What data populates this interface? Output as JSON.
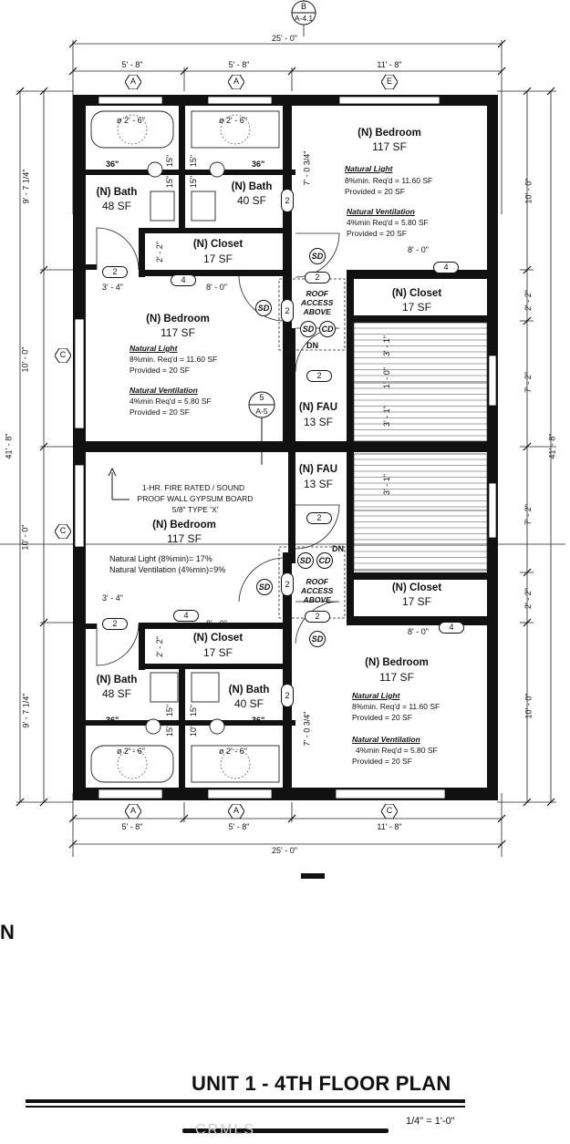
{
  "section_marker": {
    "letter": "B",
    "sheet": "A-4.1"
  },
  "dims": {
    "top_total": "25' - 0\"",
    "top_segments": [
      "5' - 8\"",
      "5' - 8\"",
      "11' - 8\""
    ],
    "bottom_total": "25' - 0\"",
    "bottom_segments": [
      "5' - 8\"",
      "5' - 8\"",
      "11' - 8\""
    ],
    "left": [
      "9' - 7 1/4\"",
      "10' - 0\"",
      "10' - 0\"",
      "9' - 7 1/4\""
    ],
    "left_total": "41' - 8\"",
    "right": [
      "10' - 0\"",
      "2' - 2\"",
      "7' - 2\"",
      "7' - 2\"",
      "2' - 2\"",
      "10' - 0\""
    ],
    "right_total": "41' - 8\"",
    "inner": {
      "bath_w": "36\"",
      "bath_w2": "36\"",
      "bath_w3": "36\"",
      "bath_w4": "36\"",
      "d15a": "15\"",
      "d15b": "15\"",
      "d15c": "15\"",
      "d15d": "15\"",
      "d15e": "15\"",
      "d15f": "15\"",
      "d10": "10\"",
      "d15g": "15\"",
      "closet_h_top": "2' - 2\"",
      "closet_h_bot": "2' - 2\"",
      "closet_w_top": "8' - 0\"",
      "closet_w_bot": "8' - 0\"",
      "door_w_top": "3' - 4\"",
      "door_w_bot": "3' - 4\"",
      "right_closet_w_top": "8' - 0\"",
      "right_closet_w_bot": "8' - 0\"",
      "stair_a": "3' - 1\"",
      "stair_b": "1' - 0\"",
      "stair_c": "3' - 1\"",
      "stair_d": "3' - 1\"",
      "hall_top": "7' - 0 3/4\"",
      "hall_bot": "7' - 0 3/4\"",
      "tub_top_a": "ø 2' - 6\"",
      "tub_top_b": "ø 2' - 6\"",
      "tub_bot_a": "ø 2' - 6\"",
      "tub_bot_b": "ø 2' - 6\""
    }
  },
  "grid_tags": {
    "top": [
      "A",
      "A",
      "E"
    ],
    "bottom": [
      "A",
      "A",
      "C"
    ],
    "left": [
      "C",
      "C"
    ]
  },
  "rooms": {
    "bath_tl": {
      "name": "(N) Bath",
      "area": "48 SF"
    },
    "bath_tm": {
      "name": "(N) Bath",
      "area": "40 SF"
    },
    "closet_tl": {
      "name": "(N) Closet",
      "area": "17 SF"
    },
    "bedroom_tl": {
      "name": "(N) Bedroom",
      "area": "117 SF"
    },
    "bedroom_tr": {
      "name": "(N) Bedroom",
      "area": "117 SF"
    },
    "closet_tr": {
      "name": "(N) Closet",
      "area": "17 SF"
    },
    "fau_top": {
      "name": "(N) FAU",
      "area": "13 SF"
    },
    "fau_bot": {
      "name": "(N) FAU",
      "area": "13 SF"
    },
    "bedroom_bl": {
      "name": "(N) Bedroom",
      "area": "117 SF"
    },
    "closet_br": {
      "name": "(N) Closet",
      "area": "17 SF"
    },
    "closet_bl": {
      "name": "(N) Closet",
      "area": "17 SF"
    },
    "bath_bl": {
      "name": "(N) Bath",
      "area": "48 SF"
    },
    "bath_bm": {
      "name": "(N) Bath",
      "area": "40 SF"
    },
    "bedroom_br": {
      "name": "(N) Bedroom",
      "area": "117 SF"
    }
  },
  "notes": {
    "light_h": "Natural Light",
    "light_req": "8%min. Req'd = 11.60 SF",
    "light_prov": "Provided = 20 SF",
    "vent_h": "Natural Ventilation",
    "vent_req": "4%min Req'd = 5.80 SF",
    "vent_prov": "Provided = 20 SF",
    "wall_note_1": "1-HR. FIRE RATED / SOUND",
    "wall_note_2": "PROOF WALL GYPSUM BOARD",
    "wall_note_3": "5/8\" TYPE 'X'",
    "combined_light": "Natural Light (8%min)= 17%",
    "combined_vent": "Natural Ventilation (4%min)=9%"
  },
  "roof_access": {
    "line1": "ROOF",
    "line2": "ACCESS",
    "line3": "ABOVE"
  },
  "labels": {
    "dn": "DN",
    "sd": "SD",
    "cd": "CD"
  },
  "door_tags": {
    "two": "2",
    "four": "4"
  },
  "section_ref": {
    "num": "5",
    "sheet": "A-5"
  },
  "stray_letter": "N",
  "title": "UNIT 1 - 4TH FLOOR PLAN",
  "scale": "1/4\" = 1'-0\"",
  "watermark": "CRMLS",
  "colors": {
    "wall": "#111111",
    "line": "#222222",
    "paper": "#ffffff"
  }
}
